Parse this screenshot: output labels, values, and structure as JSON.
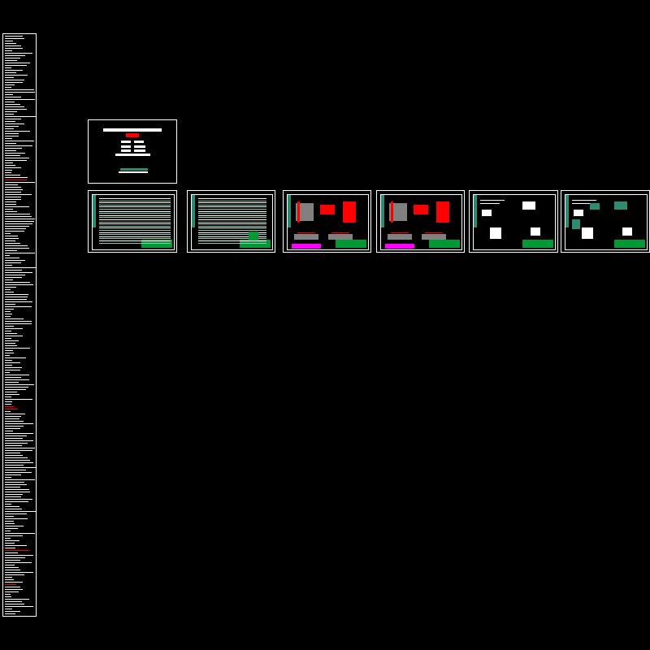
{
  "colors": {
    "background": "#000000",
    "line": "#ffffff",
    "accent_red": "#ff0000",
    "accent_magenta": "#ff00ff",
    "title_block_green": "#009933",
    "teal_strip": "#2e8b73",
    "fill_gray": "#808080"
  },
  "sheets": [
    {
      "type": "cover"
    },
    {
      "type": "table"
    },
    {
      "type": "table"
    },
    {
      "type": "detail"
    },
    {
      "type": "detail"
    },
    {
      "type": "plan"
    },
    {
      "type": "plan"
    }
  ]
}
